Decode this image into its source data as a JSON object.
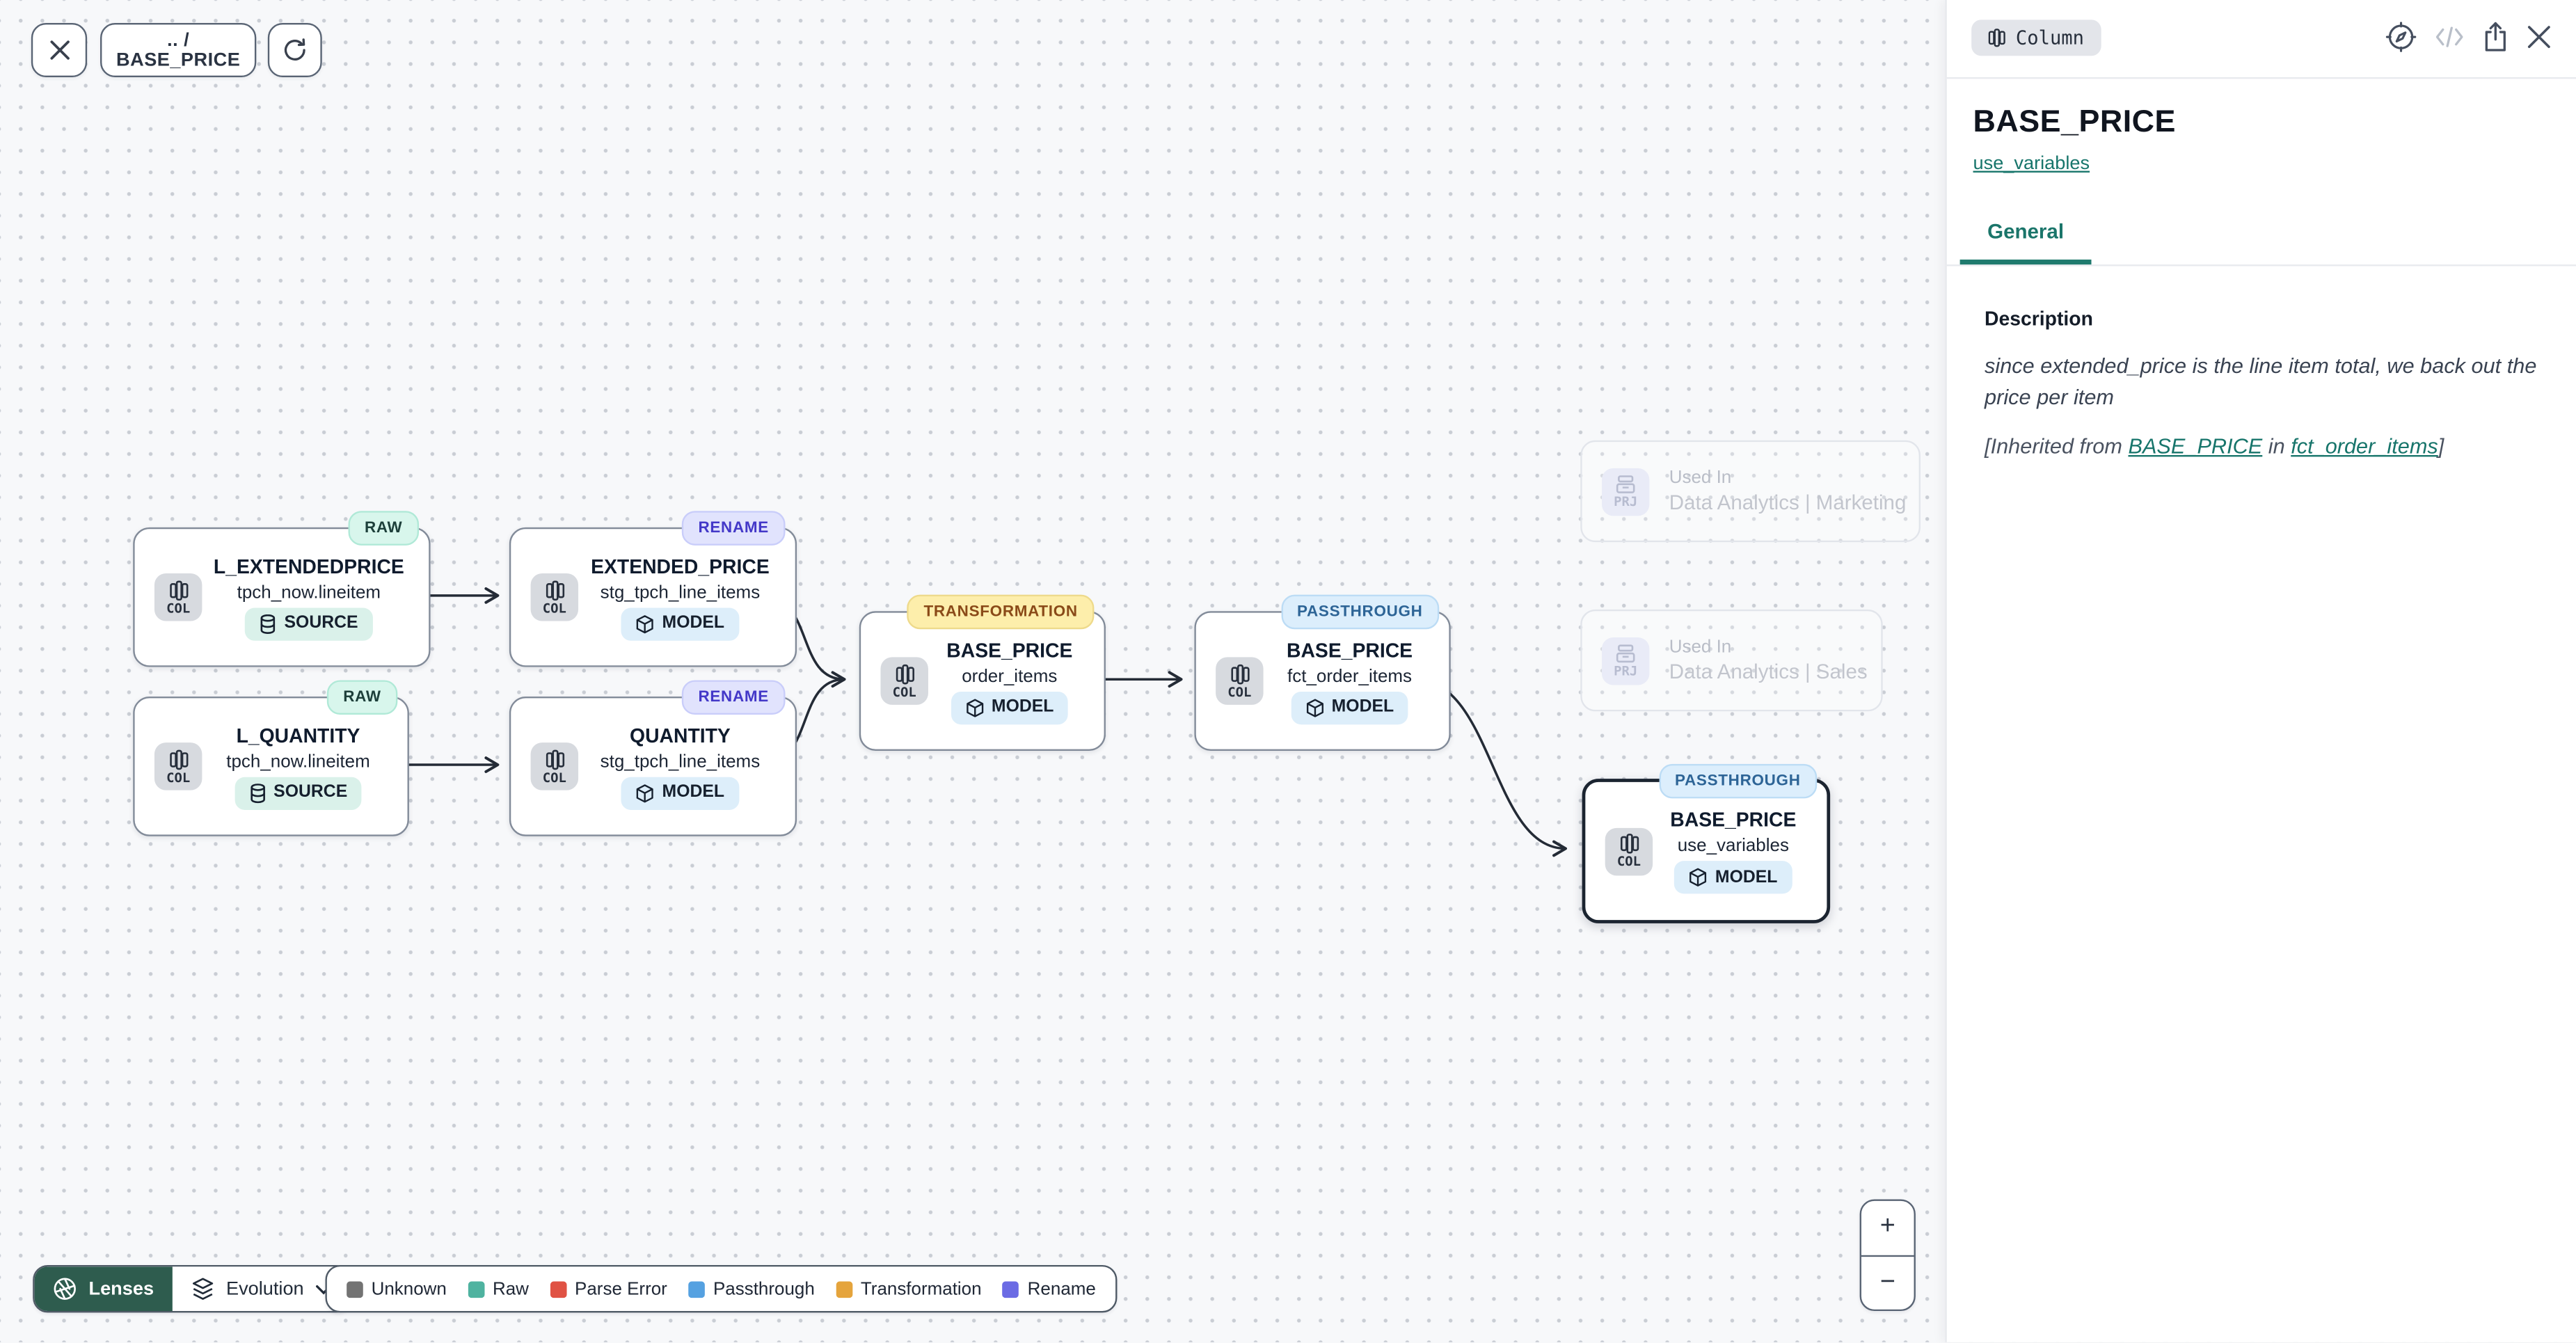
{
  "toolbar": {
    "breadcrumb": ".. / BASE_PRICE"
  },
  "panel": {
    "type_badge": "Column",
    "title": "BASE_PRICE",
    "subtitle_link": "use_variables",
    "tab_general": "General",
    "description": {
      "heading": "Description",
      "body": "since extended_price is the line item total, we back out the price per item",
      "inherited_prefix": "[Inherited from ",
      "inherited_link1": "BASE_PRICE",
      "inherited_middle": " in ",
      "inherited_link2": "fct_order_items",
      "inherited_suffix": "]"
    }
  },
  "nodes": [
    {
      "badge": "RAW",
      "title": "L_EXTENDEDPRICE",
      "table": "tpch_now.lineitem",
      "kind": "COL",
      "chip": "SOURCE"
    },
    {
      "badge": "RENAME",
      "title": "EXTENDED_PRICE",
      "table": "stg_tpch_line_items",
      "kind": "COL",
      "chip": "MODEL"
    },
    {
      "badge": "RAW",
      "title": "L_QUANTITY",
      "table": "tpch_now.lineitem",
      "kind": "COL",
      "chip": "SOURCE"
    },
    {
      "badge": "RENAME",
      "title": "QUANTITY",
      "table": "stg_tpch_line_items",
      "kind": "COL",
      "chip": "MODEL"
    },
    {
      "badge": "TRANSFORMATION",
      "title": "BASE_PRICE",
      "table": "order_items",
      "kind": "COL",
      "chip": "MODEL"
    },
    {
      "badge": "PASSTHROUGH",
      "title": "BASE_PRICE",
      "table": "fct_order_items",
      "kind": "COL",
      "chip": "MODEL"
    },
    {
      "badge": "PASSTHROUGH",
      "title": "BASE_PRICE",
      "table": "use_variables",
      "kind": "COL",
      "chip": "MODEL"
    }
  ],
  "ghosts": [
    {
      "kind": "PRJ",
      "used_in": "Used In",
      "name": "Data Analytics | Marketing"
    },
    {
      "kind": "PRJ",
      "used_in": "Used In",
      "name": "Data Analytics | Sales"
    }
  ],
  "controls": {
    "lenses_label": "Lenses",
    "evolution_label": "Evolution",
    "zoom_in": "+",
    "zoom_out": "−"
  },
  "legend": {
    "items": [
      {
        "label": "Unknown",
        "color": "#737373"
      },
      {
        "label": "Raw",
        "color": "#4fb3a0"
      },
      {
        "label": "Parse Error",
        "color": "#e05244"
      },
      {
        "label": "Passthrough",
        "color": "#55a1e1"
      },
      {
        "label": "Transformation",
        "color": "#e5a43c"
      },
      {
        "label": "Rename",
        "color": "#6b6be4"
      }
    ]
  },
  "colors": {
    "accent_teal": "#1f7a6e",
    "lenses_green": "#2e5c4e",
    "canvas_bg": "#f7f8fa"
  }
}
